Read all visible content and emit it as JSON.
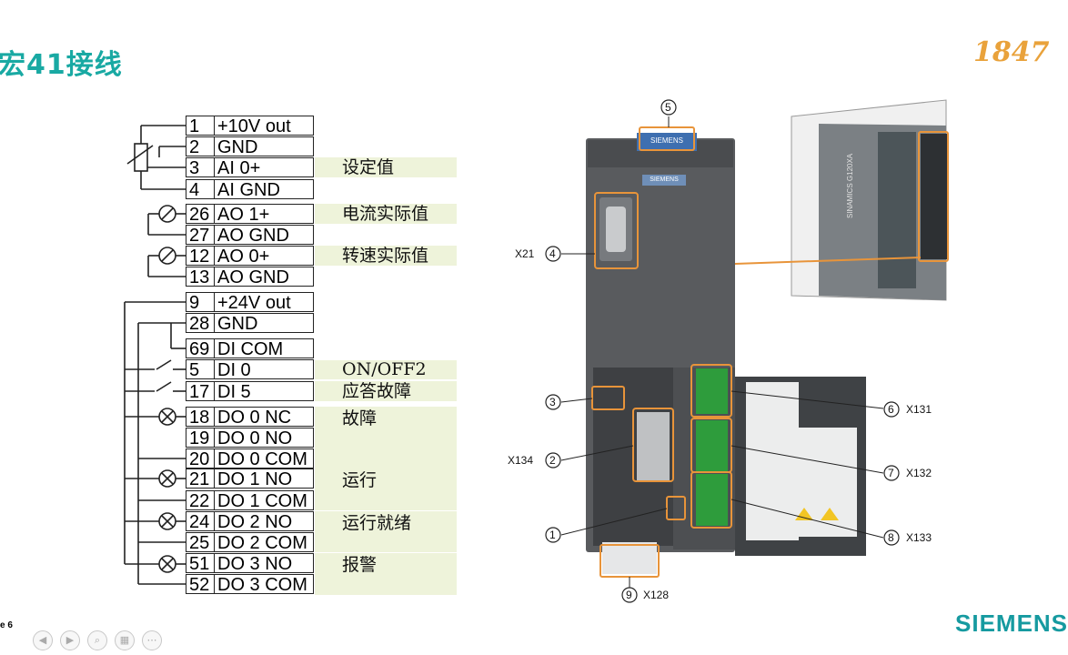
{
  "header": {
    "title": "宏41接线",
    "logo_text": "1847",
    "brand": "SIEMENS",
    "page_label": "e 6"
  },
  "terminals": [
    {
      "num": "1",
      "label": "+10V out"
    },
    {
      "num": "2",
      "label": "GND"
    },
    {
      "num": "3",
      "label": "AI 0+"
    },
    {
      "num": "4",
      "label": "AI GND"
    },
    {
      "num": "26",
      "label": "AO 1+"
    },
    {
      "num": "27",
      "label": "AO GND"
    },
    {
      "num": "12",
      "label": "AO 0+"
    },
    {
      "num": "13",
      "label": "AO GND"
    },
    {
      "num": "9",
      "label": "+24V out"
    },
    {
      "num": "28",
      "label": "GND"
    },
    {
      "num": "69",
      "label": "DI COM"
    },
    {
      "num": "5",
      "label": "DI 0"
    },
    {
      "num": "17",
      "label": "DI 5"
    },
    {
      "num": "18",
      "label": "DO 0 NC"
    },
    {
      "num": "19",
      "label": "DO 0 NO"
    },
    {
      "num": "20",
      "label": "DO 0 COM"
    },
    {
      "num": "21",
      "label": "DO 1 NO"
    },
    {
      "num": "22",
      "label": "DO 1 COM"
    },
    {
      "num": "24",
      "label": "DO 2 NO"
    },
    {
      "num": "25",
      "label": "DO 2 COM"
    },
    {
      "num": "51",
      "label": "DO 3 NO"
    },
    {
      "num": "52",
      "label": "DO 3 COM"
    }
  ],
  "descriptions": [
    "设定值",
    "电流实际值",
    "转速实际值",
    "ON/OFF2",
    "应答故障",
    "故障",
    "运行",
    "运行就绪",
    "报警"
  ],
  "device": {
    "callouts": [
      "1",
      "2",
      "3",
      "4",
      "5",
      "6",
      "7",
      "8",
      "9"
    ],
    "labels": {
      "x21": "X21",
      "x134": "X134",
      "x131": "X131",
      "x132": "X132",
      "x133": "X133",
      "x128": "X128"
    },
    "brand_plate": "SIEMENS",
    "side_text": "SINAMICS G120XA"
  },
  "colors": {
    "accent": "#19a9a3",
    "callout": "#e8943a",
    "desc_bg": "#eef3da",
    "device": "#57595c"
  }
}
